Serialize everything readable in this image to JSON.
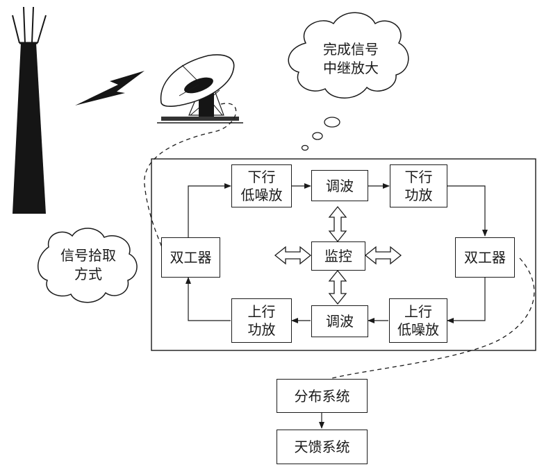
{
  "nodes": {
    "dl_lna": "下行\n低噪放",
    "mod_top": "调波",
    "dl_pa": "下行\n功放",
    "duplexer_left": "双工器",
    "monitor": "监控",
    "duplexer_right": "双工器",
    "ul_pa": "上行\n功放",
    "mod_bottom": "调波",
    "ul_lna": "上行\n低噪放",
    "distribution": "分布系统",
    "antenna_feeder": "天馈系统"
  },
  "clouds": {
    "relay": "完成信号\n中继放大",
    "pickup": "信号拾取\n方式"
  },
  "icons": [
    "tower-icon",
    "lightning-icon",
    "satellite-dish-icon",
    "thought-bubble-icon"
  ]
}
